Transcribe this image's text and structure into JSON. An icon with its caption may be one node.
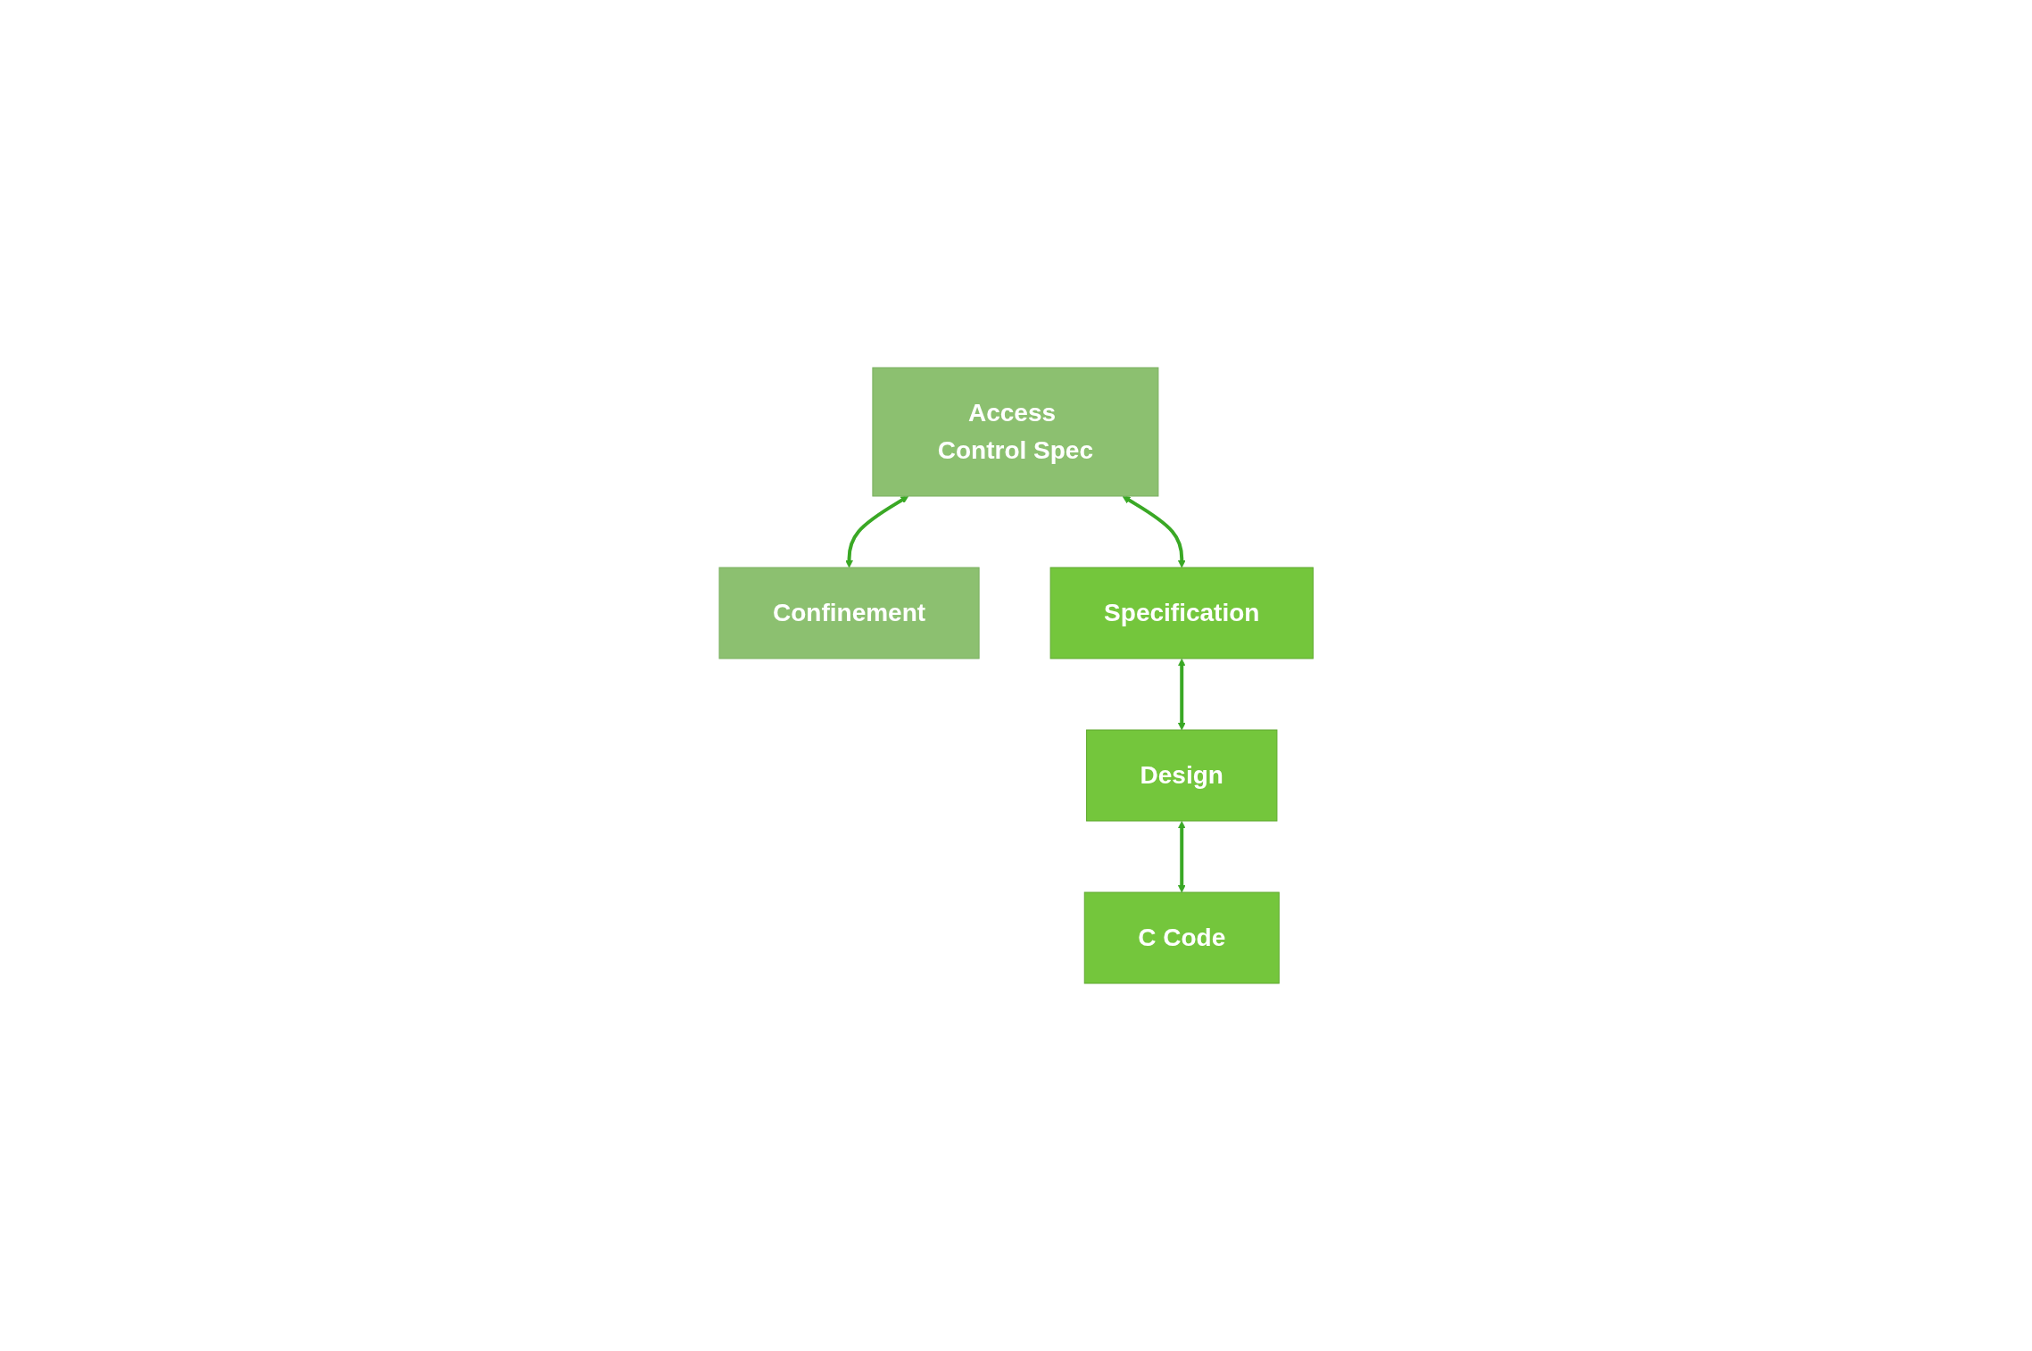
{
  "diagram": {
    "nodes": [
      {
        "text": [
          "Access Control Spec"
        ]
      },
      {
        "text": [
          "Confinement"
        ]
      },
      {
        "text": [
          "Specification"
        ]
      },
      {
        "text": [
          "Design"
        ]
      },
      {
        "text": [
          "C Code"
        ]
      }
    ],
    "edges": [
      {
        "from": 0,
        "to": 1,
        "arrow": "both"
      },
      {
        "from": 0,
        "to": 2,
        "arrow": "both"
      },
      {
        "from": 2,
        "to": 3,
        "arrow": "both"
      },
      {
        "from": 3,
        "to": 4,
        "arrow": "both"
      }
    ]
  }
}
